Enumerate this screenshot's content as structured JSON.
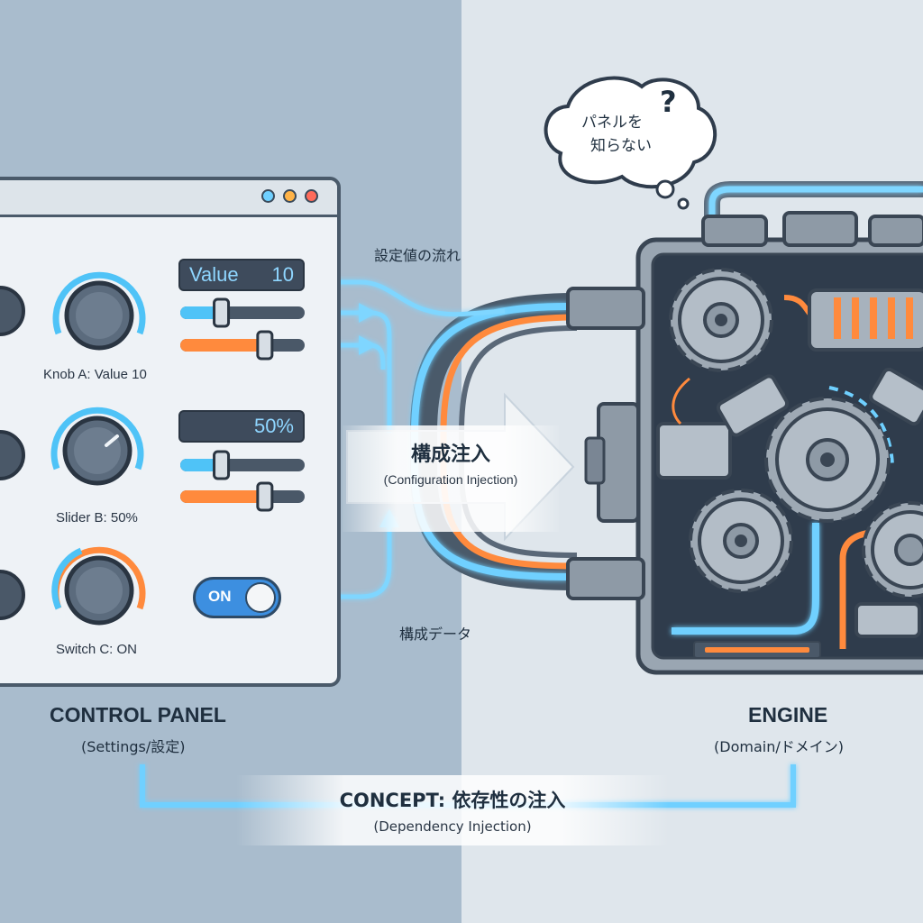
{
  "panel": {
    "title": "CONTROL PANEL",
    "subtitle": "(Settings/設定)",
    "value_display": {
      "label": "Value",
      "number": "10"
    },
    "percent_display": "50%",
    "toggle_label": "ON",
    "knobs": [
      {
        "label": "Knob A: Value 10"
      },
      {
        "label": "Slider B: 50%"
      },
      {
        "label": "Switch C: ON"
      }
    ],
    "sliders": [
      {
        "level": 0.33,
        "color": "#4fc3f7"
      },
      {
        "level": 0.68,
        "color": "#ff8a3d"
      },
      {
        "level": 0.33,
        "color": "#4fc3f7"
      },
      {
        "level": 0.68,
        "color": "#ff8a3d"
      }
    ]
  },
  "flow": {
    "settings_flow": "設定値の流れ",
    "config_data": "構成データ",
    "injection_title": "構成注入",
    "injection_subtitle": "(Configuration Injection)"
  },
  "engine": {
    "title": "ENGINE",
    "subtitle": "(Domain/ドメイン)",
    "thought_line1": "パネルを",
    "thought_line2": "知らない",
    "thought_mark": "?"
  },
  "concept": {
    "title": "CONCEPT: 依存性の注入",
    "subtitle": "(Dependency Injection)"
  },
  "colors": {
    "accent_blue": "#4fc3f7",
    "accent_orange": "#ff8a3d",
    "bg_left": "#a9bccd",
    "bg_right": "#dfe6ec",
    "dark": "#3e4b5c"
  }
}
